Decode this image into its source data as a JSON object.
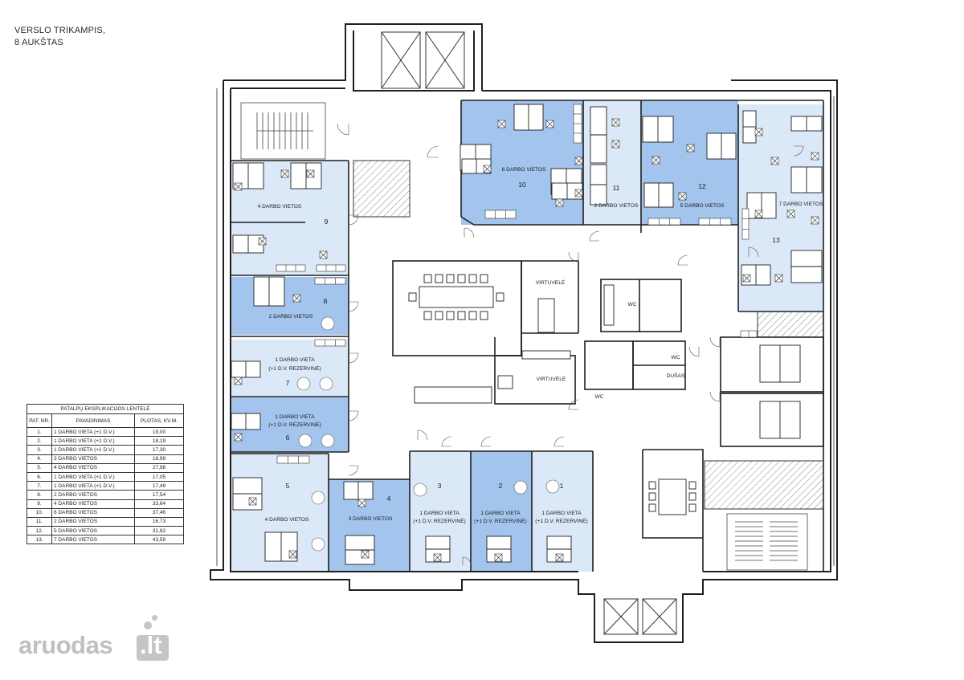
{
  "title": {
    "line1": "VERSLO TRIKAMPIS,",
    "line2": "8 AUKŠTAS"
  },
  "colors": {
    "room_light": "#dbe8f7",
    "room_dark": "#a3c4ed",
    "wall": "#1f1f1f",
    "grid": "#9a9a9a"
  },
  "rooms": [
    {
      "id": "1",
      "label1": "1 DARBO VIETA",
      "label2": "(+1 D.V. REZERVINĖ)"
    },
    {
      "id": "2",
      "label1": "1 DARBO VIETA",
      "label2": "(+1 D.V. REZERVINĖ)"
    },
    {
      "id": "3",
      "label1": "1 DARBO VIETA",
      "label2": "(+1 D.V. REZERVINĖ)"
    },
    {
      "id": "4",
      "label1": "3 DARBO VIETOS",
      "label2": ""
    },
    {
      "id": "5",
      "label1": "4 DARBO VIETOS",
      "label2": ""
    },
    {
      "id": "6",
      "label1": "1 DARBO VIETA",
      "label2": "(+1 D.V. REZERVINĖ)"
    },
    {
      "id": "7",
      "label1": "1 DARBO VIETA",
      "label2": "(+1 D.V. REZERVINĖ)"
    },
    {
      "id": "8",
      "label1": "2 DARBO VIETOS",
      "label2": ""
    },
    {
      "id": "9",
      "label1": "4 DARBO VIETOS",
      "label2": ""
    },
    {
      "id": "10",
      "label1": "6 DARBO VIETOS",
      "label2": ""
    },
    {
      "id": "11",
      "label1": "2 DARBO VIETOS",
      "label2": ""
    },
    {
      "id": "12",
      "label1": "5 DARBO VIETOS",
      "label2": ""
    },
    {
      "id": "13",
      "label1": "7 DARBO VIETOS",
      "label2": ""
    }
  ],
  "service_labels": {
    "kitchen": "VIRTUVĖLĖ",
    "wc": "WC",
    "shower": "DUŠAS"
  },
  "table": {
    "caption": "PATALPŲ EKSPLIKACIJOS LENTELĖ",
    "headers": [
      "PAT. NR.",
      "PAVADINIMAS",
      "PLOTAS, KV.M."
    ],
    "rows": [
      [
        "1.",
        "1 DARBO VIETA (+1 D.V.)",
        "19,00"
      ],
      [
        "2.",
        "1 DARBO VIETA (+1 D.V.)",
        "18,19"
      ],
      [
        "3.",
        "1 DARBO VIETA (+1 D.V.)",
        "17,30"
      ],
      [
        "4.",
        "3 DARBO VIETOS",
        "18,99"
      ],
      [
        "5.",
        "4 DARBO VIETOS",
        "27,98"
      ],
      [
        "6.",
        "1 DARBO VIETA (+1 D.V.)",
        "17,05"
      ],
      [
        "7.",
        "1 DARBO VIETA (+1 D.V.)",
        "17,49"
      ],
      [
        "8.",
        "2 DARBO VIETOS",
        "17,54"
      ],
      [
        "9.",
        "4 DARBO VIETOS",
        "33,64"
      ],
      [
        "10.",
        "6 DARBO VIETOS",
        "37,46"
      ],
      [
        "11.",
        "2 DARBO VIETOS",
        "16,73"
      ],
      [
        "12.",
        "5 DARBO VIETOS",
        "31,82"
      ],
      [
        "13.",
        "7 DARBO VIETOS",
        "43,59"
      ]
    ]
  },
  "logo": {
    "word": "aruodas",
    "tld": ".lt"
  }
}
